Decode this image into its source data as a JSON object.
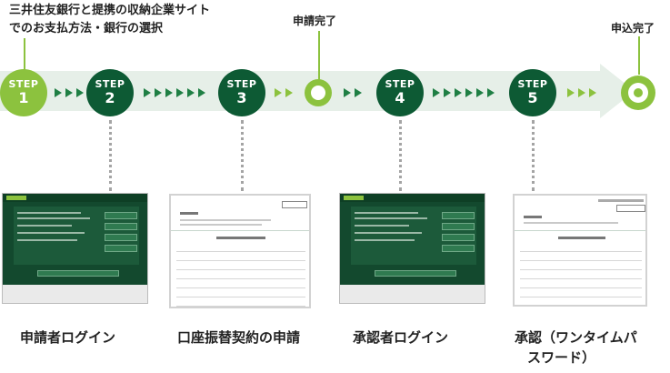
{
  "header_note": {
    "line1": "三井住友銀行と提携の収納企業サイト",
    "line2": "でのお支払方法・銀行の選択"
  },
  "milestones": {
    "apply_complete": "申請完了",
    "application_complete": "申込完了"
  },
  "steps": [
    {
      "word": "STEP",
      "num": "1"
    },
    {
      "word": "STEP",
      "num": "2"
    },
    {
      "word": "STEP",
      "num": "3"
    },
    {
      "word": "STEP",
      "num": "4"
    },
    {
      "word": "STEP",
      "num": "5"
    }
  ],
  "captions": {
    "step2": "申請者ログイン",
    "step3": "口座振替契約の申請",
    "step4": "承認者ログイン",
    "step5_line1": "承認（ワンタイムパ",
    "step5_line2": "スワード）"
  },
  "colors": {
    "dark_green": "#0d5a34",
    "light_green": "#8cc23e",
    "band": "#e6efe8"
  }
}
